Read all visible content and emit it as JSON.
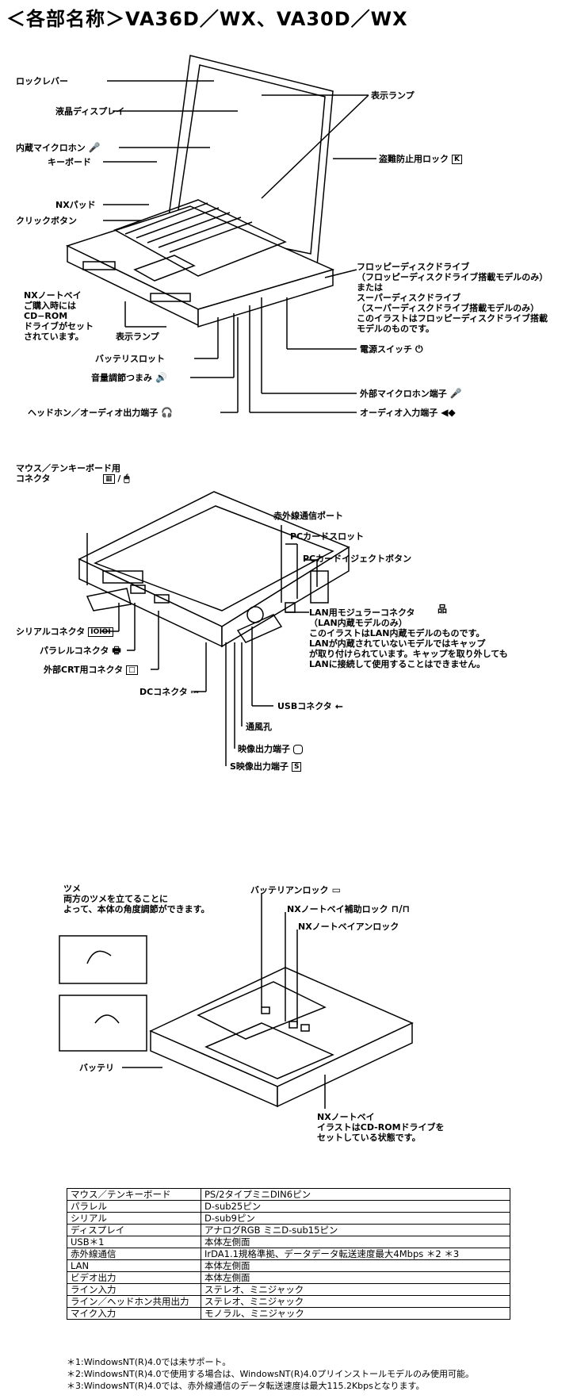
{
  "title": "＜各部名称＞VA36D／WX、VA30D／WX",
  "figure1": {
    "labels": {
      "lock_lever": "ロックレバー",
      "lcd": "液晶ディスプレイ",
      "mic": "内蔵マイクロホン",
      "keyboard": "キーボード",
      "nx_pad": "NXパッド",
      "click_button": "クリックボタン",
      "nx_note_bay": "NXノートベイ\nご購入時には\nCD−ROM\nドライブがセット\nされています。",
      "indicator_lamp_bottom": "表示ランプ",
      "battery_slot": "バッテリスロット",
      "volume_knob": "音量調節つまみ",
      "headphone_jack": "ヘッドホン／オーディオ出力端子",
      "indicator_lamp_top": "表示ランプ",
      "anti_theft_lock": "盗難防止用ロック",
      "floppy_drive": "フロッピーディスクドライブ\n（フロッピーディスクドライブ搭載モデルのみ）\nまたは\nスーパーディスクドライブ\n（スーパーディスクドライブ搭載モデルのみ）\nこのイラストはフロッピーディスクドライブ搭載\nモデルのものです。",
      "power_switch": "電源スイッチ",
      "ext_mic_jack": "外部マイクロホン端子",
      "audio_in_jack": "オーディオ入力端子"
    }
  },
  "figure2": {
    "labels": {
      "mouse_connector": "マウス／テンキーボード用\nコネクタ",
      "ir_port": "赤外線通信ポート",
      "pc_card_slot": "PCカードスロット",
      "pc_card_eject": "PCカードイジェクトボタン",
      "lan_connector": "LAN用モジュラーコネクタ\n（LAN内蔵モデルのみ）\nこのイラストはLAN内蔵モデルのものです。\nLANが内蔵されていないモデルではキャップ\nが取り付けられています。キャップを取り外しても\nLANに接続して使用することはできません。",
      "serial_connector": "シリアルコネクタ",
      "serial_glyph": "IOIOI",
      "parallel_connector": "パラレルコネクタ",
      "crt_connector": "外部CRT用コネクタ",
      "dc_connector": "DCコネクタ",
      "usb_connector": "USBコネクタ",
      "vent": "通風孔",
      "video_out": "映像出力端子",
      "s_video_out": "S映像出力端子",
      "s_glyph": "S"
    }
  },
  "figure3": {
    "labels": {
      "tsume": "ツメ\n両方のツメを立てることに\nよって、本体の角度調節ができます。",
      "battery_lock": "バッテリアンロック",
      "bay_aux_lock": "NXノートベイ補助ロック",
      "bay_unlock": "NXノートベイアンロック",
      "battery": "バッテリ",
      "nx_note_bay": "NXノートベイ\nイラストはCD-ROMドライブを\nセットしている状態です。"
    }
  },
  "spec_table": [
    {
      "item": "マウス／テンキーボード",
      "value": "PS/2タイプミニDIN6ピン"
    },
    {
      "item": "パラレル",
      "value": "D-sub25ピン"
    },
    {
      "item": "シリアル",
      "value": "D-sub9ピン"
    },
    {
      "item": "ディスプレイ",
      "value": "アナログRGB ミニD-sub15ピン"
    },
    {
      "item": "USB＊1",
      "value": "本体左側面"
    },
    {
      "item": "赤外線通信",
      "value": "IrDA1.1規格準拠、データデータ転送速度最大4Mbps ＊2 ＊3"
    },
    {
      "item": "LAN",
      "value": "本体左側面"
    },
    {
      "item": "ビデオ出力",
      "value": "本体左側面"
    },
    {
      "item": "ライン入力",
      "value": "ステレオ、ミニジャック"
    },
    {
      "item": "ライン／ヘッドホン共用出力",
      "value": "ステレオ、ミニジャック"
    },
    {
      "item": "マイク入力",
      "value": "モノラル、ミニジャック"
    }
  ],
  "notes": [
    "＊1:WindowsNT(R)4.0では未サポート。",
    "＊2:WindowsNT(R)4.0で使用する場合は、WindowsNT(R)4.0プリインストールモデルのみ使用可能。",
    "＊3:WindowsNT(R)4.0では、赤外線通信のデータ転送速度は最大115.2Kbpsとなります。"
  ],
  "icons": [
    "mic-icon",
    "lock-icon",
    "power-icon",
    "speaker-icon",
    "headphone-icon",
    "audio-in-icon",
    "mouse-icon",
    "serial-icon",
    "printer-icon",
    "monitor-icon",
    "dc-icon",
    "usb-icon",
    "lan-icon",
    "video-icon",
    "s-video-icon",
    "battery-icon",
    "padlock-icon"
  ]
}
